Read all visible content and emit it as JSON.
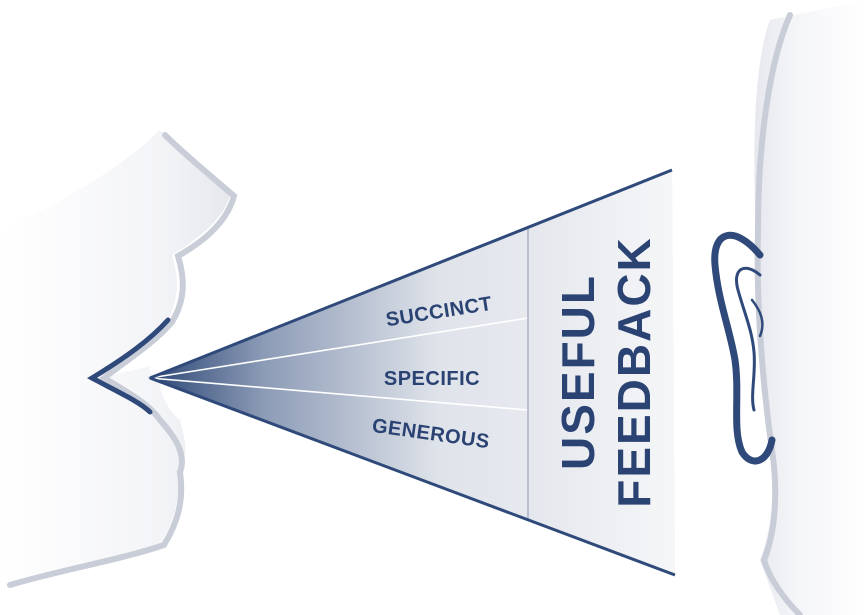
{
  "diagram": {
    "rays": [
      {
        "label": "SUCCINCT"
      },
      {
        "label": "SPECIFIC"
      },
      {
        "label": "GENEROUS"
      }
    ],
    "title_lines": [
      "USEFUL",
      "FEEDBACK"
    ]
  },
  "colors": {
    "outline": "#2f4a7a",
    "head_shadow": "#c9cdd8",
    "text": "#2a4373",
    "wedge_dark": "#2c4675",
    "wedge_light": "#eef0f4",
    "background": "#ffffff"
  }
}
